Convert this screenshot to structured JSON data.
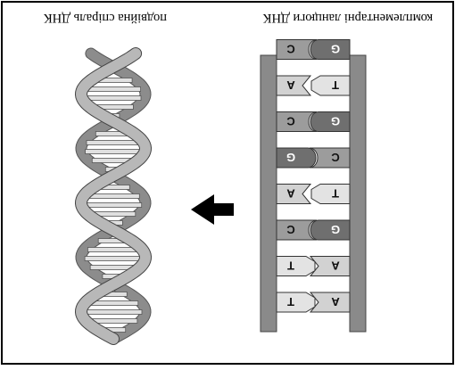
{
  "captions": {
    "left": "подвійна спіраль ДНК",
    "right": "комплементарні ланцюги ДНК"
  },
  "pairs": [
    {
      "left": "A",
      "right": "T"
    },
    {
      "left": "A",
      "right": "T"
    },
    {
      "left": "G",
      "right": "C"
    },
    {
      "left": "T",
      "right": "A"
    },
    {
      "left": "C",
      "right": "G"
    },
    {
      "left": "G",
      "right": "C"
    },
    {
      "left": "T",
      "right": "A"
    },
    {
      "left": "G",
      "right": "C"
    }
  ],
  "colors": {
    "backbone": "#8a8a8a",
    "A": "#d2d2d2",
    "T": "#e3e3e3",
    "G": "#6f6f6f",
    "C": "#9c9c9c",
    "arrow": "#000000",
    "helix_front": "#b8b8b8",
    "helix_back": "#8c8c8c",
    "rung": "#e0e0e0"
  },
  "arrow_direction": "left",
  "orientation": "rotated 180 degrees"
}
